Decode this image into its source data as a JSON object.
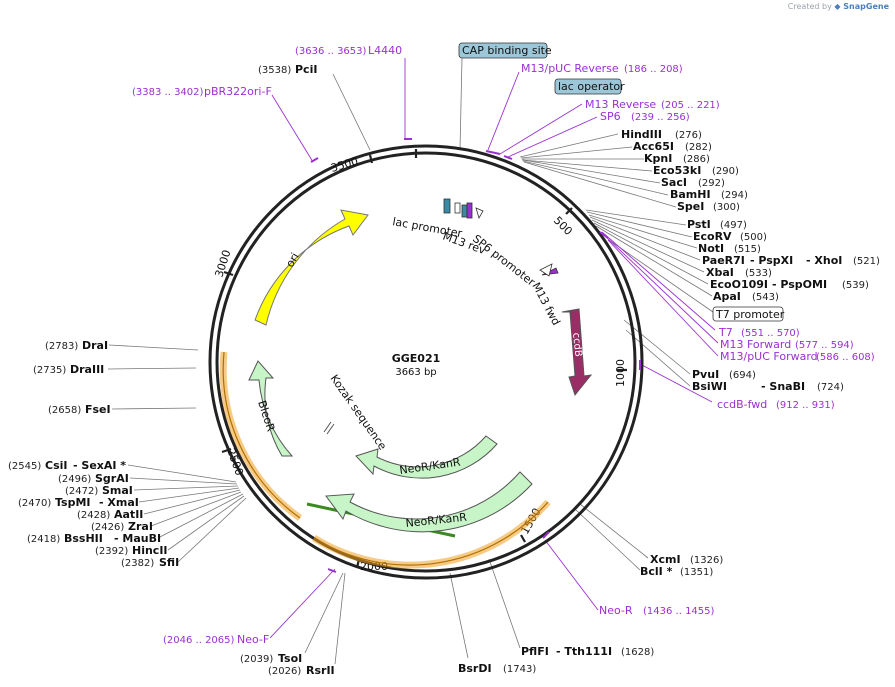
{
  "credit": {
    "prefix": "Created by",
    "brand": "SnapGene"
  },
  "plasmid": {
    "name": "GGE021",
    "size": "3663 bp"
  },
  "ticks": [
    "500",
    "1000",
    "1500",
    "2000",
    "2500",
    "3000",
    "3500"
  ],
  "features": {
    "ori": "ori",
    "ccdB": "ccdB",
    "BleoR": "BleoR",
    "NeoR_inner": "NeoR/KanR",
    "NeoR_outer": "NeoR/KanR",
    "kozak": "Kozak sequence",
    "lac_promoter": "lac promoter",
    "m13_rev": "M13 rev",
    "sp6_promoter": "SP6 promoter",
    "m13_fwd": "M13 fwd"
  },
  "boxes": {
    "cap": "CAP binding site",
    "lac_operator": "lac operator",
    "t7_promoter": "T7 promoter"
  },
  "enzymes": [
    {
      "id": "pcii",
      "name": "PciI",
      "pos": "(3538)"
    },
    {
      "id": "hindiii",
      "name": "HindIII",
      "pos": "(276)"
    },
    {
      "id": "acc65i",
      "name": "Acc65I",
      "pos": "(282)"
    },
    {
      "id": "kpni",
      "name": "KpnI",
      "pos": "(286)"
    },
    {
      "id": "eco53ki",
      "name": "Eco53kI",
      "pos": "(290)"
    },
    {
      "id": "saci",
      "name": "SacI",
      "pos": "(292)"
    },
    {
      "id": "bamhi",
      "name": "BamHI",
      "pos": "(294)"
    },
    {
      "id": "spei",
      "name": "SpeI",
      "pos": "(300)"
    },
    {
      "id": "psti",
      "name": "PstI",
      "pos": "(497)"
    },
    {
      "id": "ecorv",
      "name": "EcoRV",
      "pos": "(500)"
    },
    {
      "id": "noti",
      "name": "NotI",
      "pos": "(515)"
    },
    {
      "id": "paer7i",
      "name": "PaeR7I",
      "mid": "- PspXI",
      "end": "- XhoI",
      "pos": "(521)"
    },
    {
      "id": "xbai",
      "name": "XbaI",
      "pos": "(533)"
    },
    {
      "id": "ecoo109i",
      "name": "EcoO109I",
      "mid": "- PspOMI",
      "pos": "(539)"
    },
    {
      "id": "apai",
      "name": "ApaI",
      "pos": "(543)"
    },
    {
      "id": "pvui",
      "name": "PvuI",
      "pos": "(694)"
    },
    {
      "id": "bsiwi",
      "name": "BsiWI",
      "mid": "- SnaBI",
      "pos": "(724)"
    },
    {
      "id": "xcmi",
      "name": "XcmI",
      "pos": "(1326)"
    },
    {
      "id": "bcli",
      "name": "BclI *",
      "pos": "(1351)"
    },
    {
      "id": "pflfi",
      "name": "PflFI",
      "mid": "- Tth111I",
      "pos": "(1628)"
    },
    {
      "id": "bsrdi",
      "name": "BsrDI",
      "pos": "(1743)"
    },
    {
      "id": "tsoi",
      "name": "TsoI",
      "pos": "(2039)"
    },
    {
      "id": "rsrii",
      "name": "RsrII",
      "pos": "(2026)"
    },
    {
      "id": "sfii",
      "name": "SfiI",
      "pos": "(2382)"
    },
    {
      "id": "hincii",
      "name": "HincII",
      "pos": "(2392)"
    },
    {
      "id": "bsshii",
      "name": "BssHII",
      "mid": "- MauBI",
      "pos": "(2418)"
    },
    {
      "id": "zrai",
      "name": "ZraI",
      "pos": "(2426)"
    },
    {
      "id": "aatii",
      "name": "AatII",
      "pos": "(2428)"
    },
    {
      "id": "tspmi",
      "name": "TspMI",
      "mid": "- XmaI",
      "pos": "(2470)"
    },
    {
      "id": "smai",
      "name": "SmaI",
      "pos": "(2472)"
    },
    {
      "id": "sgrai",
      "name": "SgrAI",
      "pos": "(2496)"
    },
    {
      "id": "csii",
      "name": "CsiI",
      "mid": "- SexAI *",
      "pos": "(2545)"
    },
    {
      "id": "fsei",
      "name": "FseI",
      "pos": "(2658)"
    },
    {
      "id": "draiii",
      "name": "DraIII",
      "pos": "(2735)"
    },
    {
      "id": "drai",
      "name": "DraI",
      "pos": "(2783)"
    }
  ],
  "primers": [
    {
      "id": "l4440",
      "name": "L4440",
      "range": "(3636 .. 3653)"
    },
    {
      "id": "pbr322",
      "name": "pBR322ori-F",
      "range": "(3383 .. 3402)"
    },
    {
      "id": "m13puc_rev",
      "name": "M13/pUC Reverse",
      "range": "(186 .. 208)"
    },
    {
      "id": "m13_reverse",
      "name": "M13 Reverse",
      "range": "(205 .. 221)"
    },
    {
      "id": "sp6",
      "name": "SP6",
      "range": "(239 .. 256)"
    },
    {
      "id": "t7",
      "name": "T7",
      "range": "(551 .. 570)"
    },
    {
      "id": "m13_forward",
      "name": "M13 Forward",
      "range": "(577 .. 594)"
    },
    {
      "id": "m13puc_fwd",
      "name": "M13/pUC Forward",
      "range": "(586 .. 608)"
    },
    {
      "id": "ccdb_fwd",
      "name": "ccdB-fwd",
      "range": "(912 .. 931)"
    },
    {
      "id": "neo_r",
      "name": "Neo-R",
      "range": "(1436 .. 1455)"
    },
    {
      "id": "neo_f",
      "name": "Neo-F",
      "range": "(2046 .. 2065)"
    }
  ],
  "colors": {
    "ori": "#ffff00",
    "ccdB": "#9a2d66",
    "resistance": "#c8f5c8",
    "primer": "#9b30d0",
    "box": "#9cc7d8",
    "orange": "#f0a020"
  }
}
